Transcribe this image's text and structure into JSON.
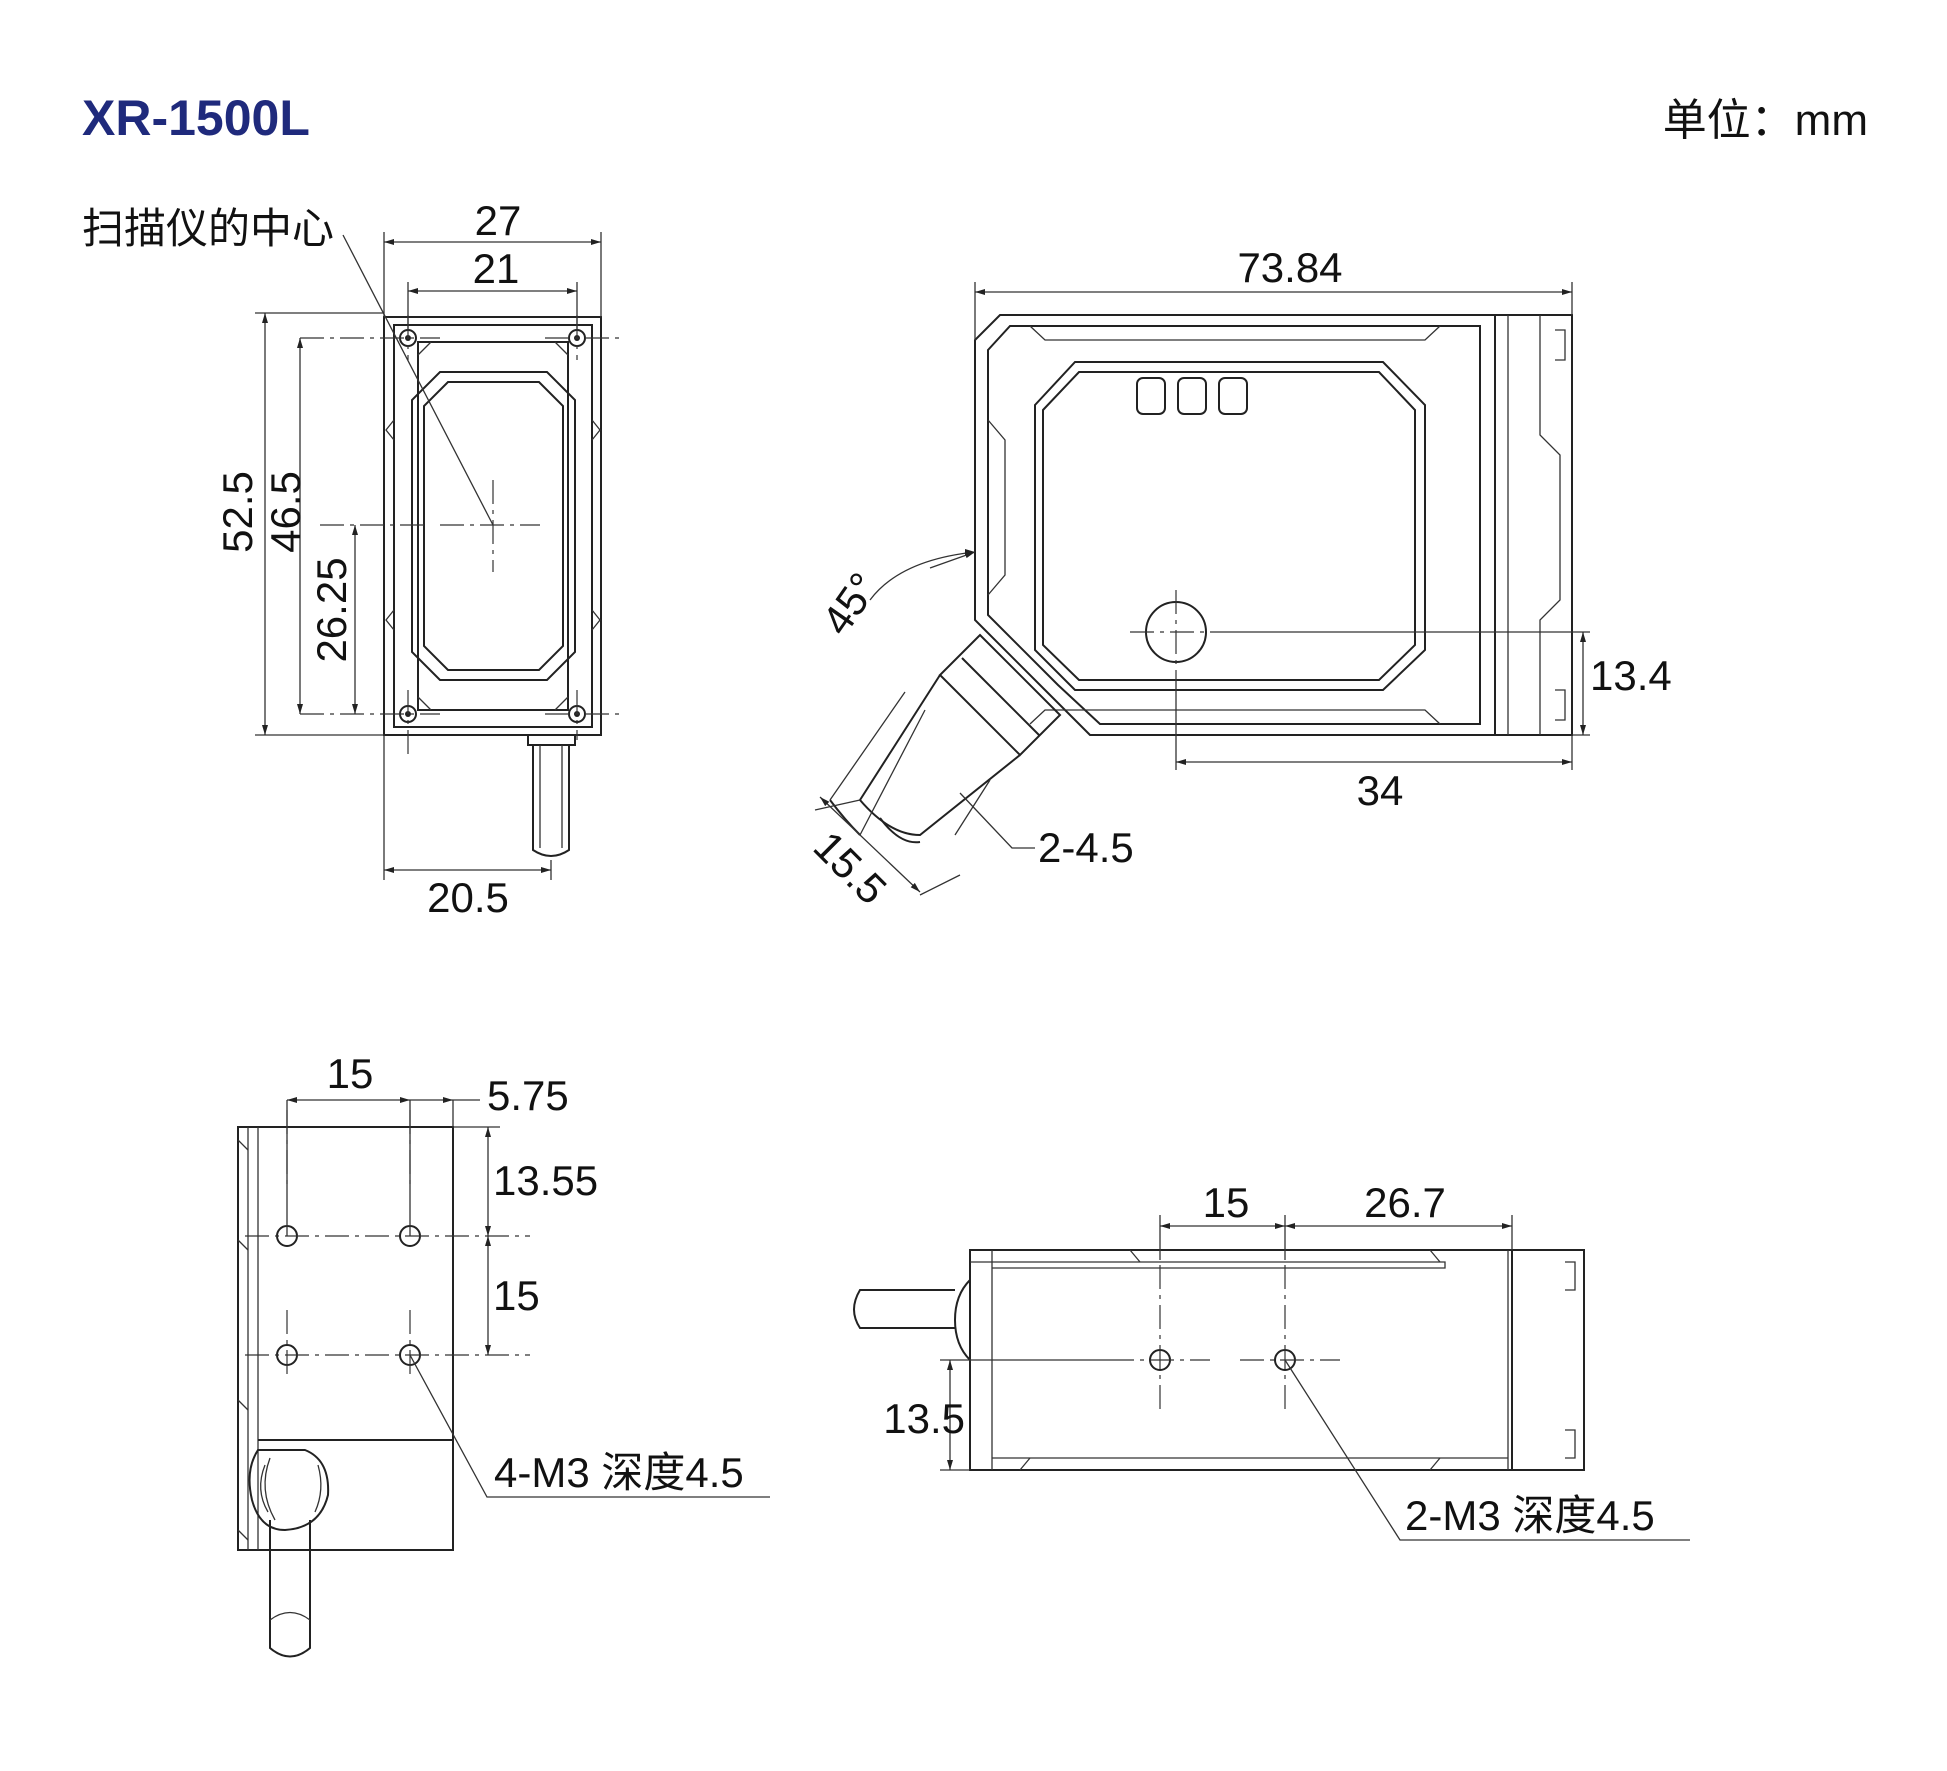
{
  "header": {
    "model": "XR-1500L",
    "unit_label": "单位：mm"
  },
  "front_view": {
    "center_label": "扫描仪的中心",
    "dim_width_outer": "27",
    "dim_width_inner": "21",
    "dim_height_outer": "52.5",
    "dim_height_inner": "46.5",
    "dim_center_height": "26.25",
    "dim_bottom": "20.5"
  },
  "side_view": {
    "dim_length": "73.84",
    "dim_angle": "45°",
    "dim_cable": "15.5",
    "dim_holes": "2-4.5",
    "dim_window_height": "13.4",
    "dim_window_offset": "34"
  },
  "bottom_view": {
    "dim_hole_spacing_x": "15",
    "dim_edge_offset": "5.75",
    "dim_top_offset": "13.55",
    "dim_hole_spacing_y": "15",
    "hole_callout": "4-M3 深度4.5"
  },
  "top_view": {
    "dim_hole_spacing": "15",
    "dim_end_offset": "26.7",
    "dim_height": "13.5",
    "hole_callout": "2-M3 深度4.5"
  }
}
